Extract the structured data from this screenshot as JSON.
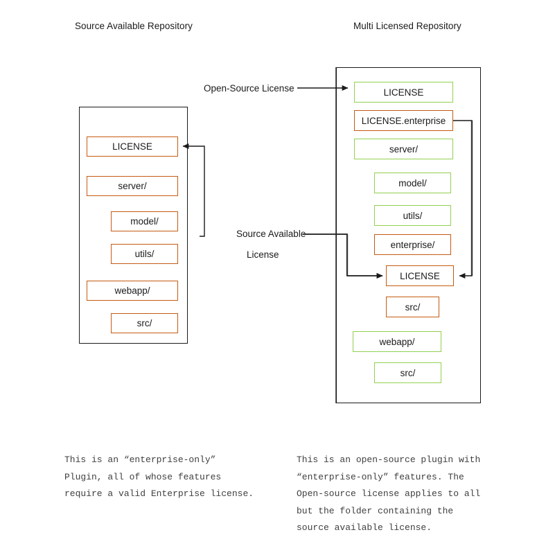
{
  "diagram": {
    "colors": {
      "enterprise_border": "#C55A11",
      "open_source_border": "#92D050",
      "container_border": "#1a1a1a",
      "arrow": "#1a1a1a",
      "arrow_gray": "#7f7f7f",
      "background": "#ffffff",
      "caption_text": "#3f3f3f"
    },
    "left_repo": {
      "title": "Source Available Repository",
      "nodes": [
        {
          "label": "LICENSE",
          "license": "source-available"
        },
        {
          "label": "server/",
          "license": "source-available"
        },
        {
          "label": "model/",
          "license": "source-available"
        },
        {
          "label": "utils/",
          "license": "source-available"
        },
        {
          "label": "webapp/",
          "license": "source-available"
        },
        {
          "label": "src/",
          "license": "source-available"
        }
      ]
    },
    "right_repo": {
      "title": "Multi Licensed Repository",
      "nodes": [
        {
          "label": "LICENSE",
          "license": "open-source"
        },
        {
          "label": "LICENSE.enterprise",
          "license": "source-available"
        },
        {
          "label": "server/",
          "license": "open-source"
        },
        {
          "label": "model/",
          "license": "open-source"
        },
        {
          "label": "utils/",
          "license": "open-source"
        },
        {
          "label": "enterprise/",
          "license": "source-available"
        },
        {
          "label": "LICENSE",
          "license": "source-available"
        },
        {
          "label": "src/",
          "license": "source-available"
        },
        {
          "label": "webapp/",
          "license": "open-source"
        },
        {
          "label": "src/",
          "license": "open-source"
        }
      ]
    },
    "edge_labels": {
      "open_source": "Open-Source License",
      "source_available_line1": "Source Available",
      "source_available_line2": "License"
    },
    "captions": {
      "left": "This is an “enterprise-only”\nPlugin, all of whose features\nrequire a valid Enterprise license.",
      "right": "This is an open-source plugin with\n“enterprise-only” features. The\nOpen-source license applies to all\nbut the folder containing the\nsource available license."
    }
  }
}
